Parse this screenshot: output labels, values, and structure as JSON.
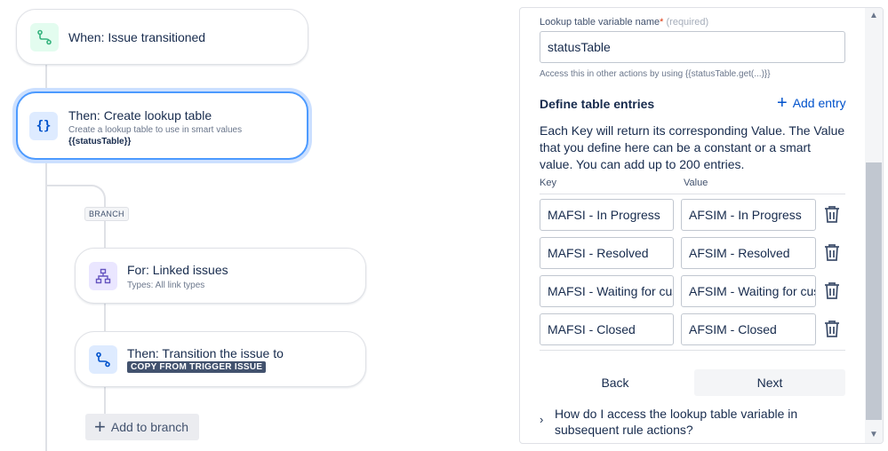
{
  "canvas": {
    "trigger": {
      "title": "When: Issue transitioned",
      "icon": "transition-icon"
    },
    "action": {
      "title": "Then: Create lookup table",
      "subtitle": "Create a lookup table to use in smart values",
      "smart_value": "{{statusTable}}",
      "icon": "curly-braces-icon"
    },
    "branch_label": "BRANCH",
    "branch": {
      "title": "For: Linked issues",
      "subtitle": "Types: All link types",
      "icon": "hierarchy-icon"
    },
    "transition": {
      "title": "Then: Transition the issue to",
      "badge": "COPY FROM TRIGGER ISSUE",
      "icon": "transition-icon"
    },
    "add_to_branch": "Add to branch"
  },
  "panel": {
    "var_label": "Lookup table variable name",
    "required_mark": "*",
    "required_text": "(required)",
    "var_value": "statusTable",
    "helper": "Access this in other actions by using {{statusTable.get(...)}}",
    "define_title": "Define table entries",
    "add_entry": "Add entry",
    "description": "Each Key will return its corresponding Value. The Value that you define here can be a constant or a smart value. You can add up to 200 entries.",
    "col_key": "Key",
    "col_value": "Value",
    "rows": [
      {
        "key": "MAFSI - In Progress",
        "value": "AFSIM - In Progress"
      },
      {
        "key": "MAFSI - Resolved",
        "value": "AFSIM - Resolved"
      },
      {
        "key": "MAFSI - Waiting for cust",
        "value": "AFSIM - Waiting for cust"
      },
      {
        "key": "MAFSI - Closed",
        "value": "AFSIM - Closed"
      }
    ],
    "back": "Back",
    "next": "Next",
    "faq": "How do I access the lookup table variable in subsequent rule actions?"
  },
  "colors": {
    "accent": "#0052cc",
    "selected_border": "#4c9aff",
    "trigger_icon_bg": "#e3fcef",
    "trigger_icon": "#36b37e",
    "action_icon_bg": "#deebff",
    "branch_icon_bg": "#eae6ff",
    "branch_icon": "#6554c0"
  }
}
